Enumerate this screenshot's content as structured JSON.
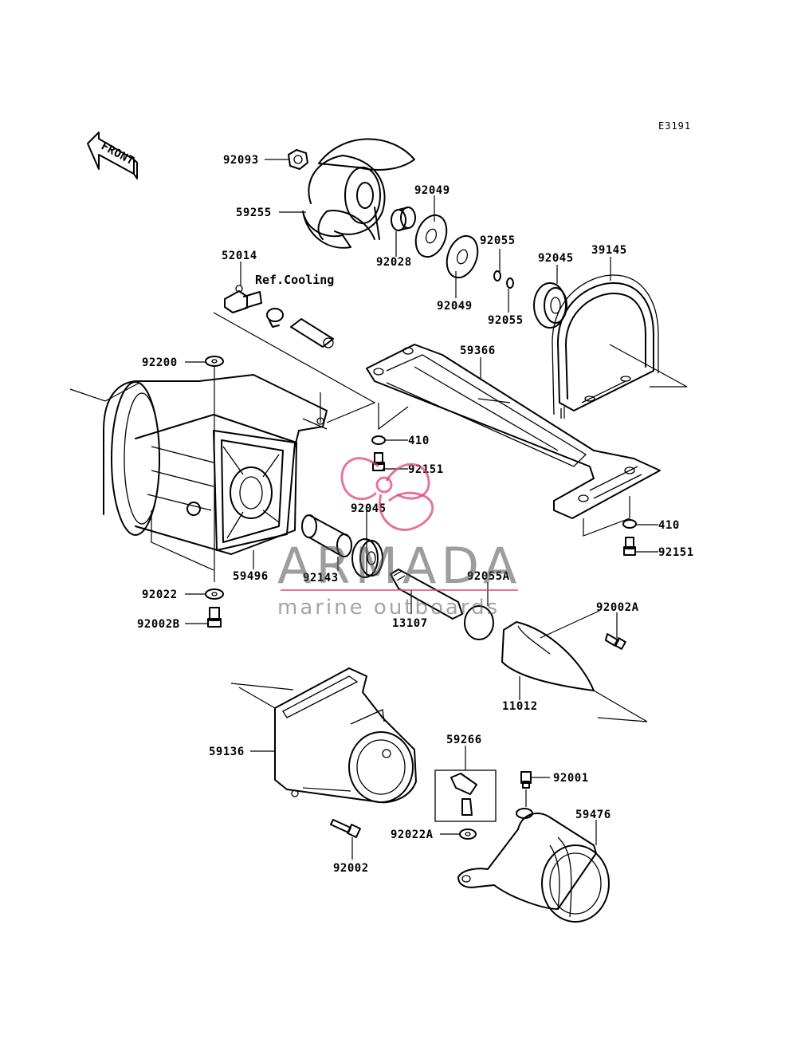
{
  "diagram_code": "E3191",
  "front_label": "FRONT",
  "reference_label": "Ref.Cooling",
  "watermark": {
    "brand": "ARMADA",
    "tagline": "marine outboards",
    "color": "#e0457b"
  },
  "parts": {
    "p92093": "92093",
    "p59255": "59255",
    "p92049a": "92049",
    "p92028": "92028",
    "p92049b": "92049",
    "p92055a": "92055",
    "p92055b": "92055",
    "p92045a": "92045",
    "p39145": "39145",
    "p52014": "52014",
    "p59366": "59366",
    "p92200": "92200",
    "p410a": "410",
    "p92151a": "92151",
    "p92045b": "92045",
    "p410b": "410",
    "p92151b": "92151",
    "p59496": "59496",
    "p92143": "92143",
    "p92055A": "92055A",
    "p92022": "92022",
    "p92002B": "92002B",
    "p13107": "13107",
    "p92002A": "92002A",
    "p11012": "11012",
    "p59136": "59136",
    "p59266": "59266",
    "p92001": "92001",
    "p59476": "59476",
    "p92022A": "92022A",
    "p92002": "92002"
  }
}
